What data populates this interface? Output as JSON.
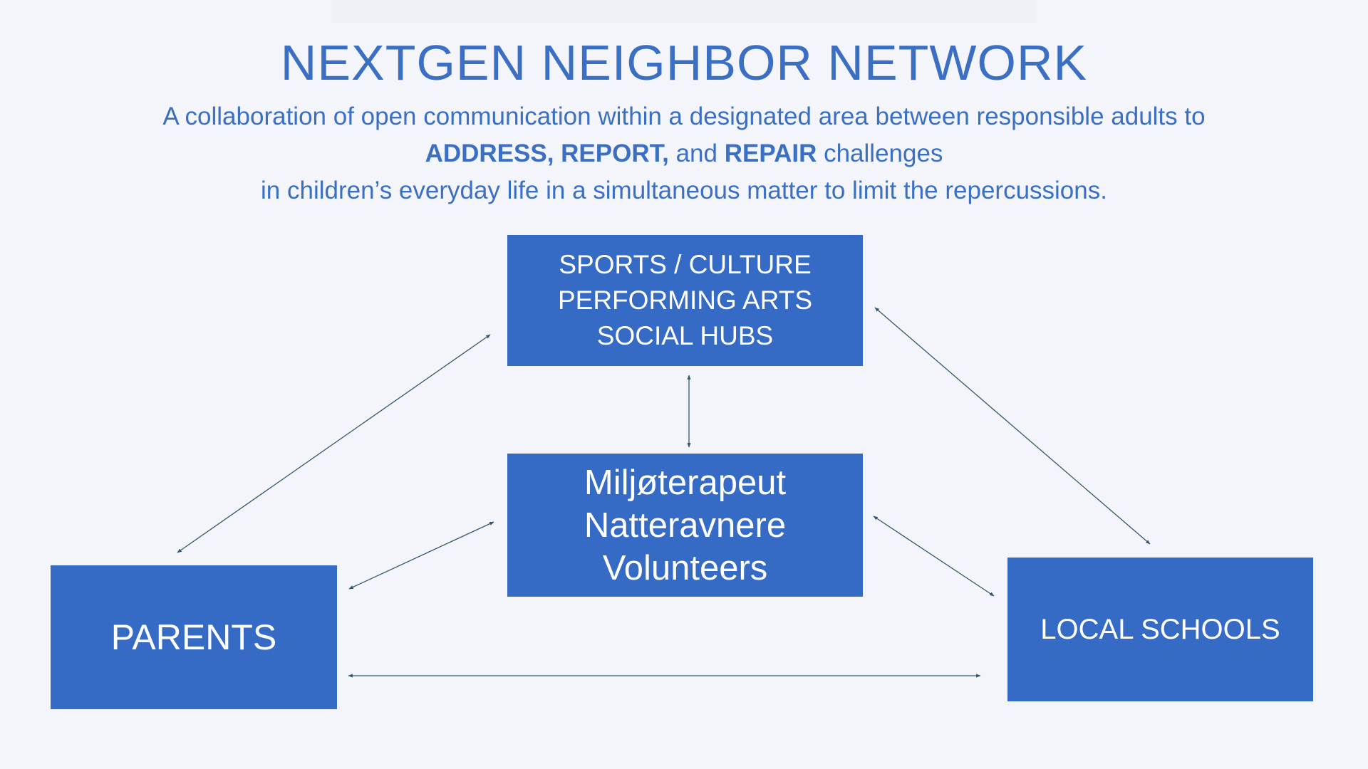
{
  "title": "NEXTGEN NEIGHBOR NETWORK",
  "subtitle": {
    "line1": "A collaboration of open communication within a designated area between responsible adults to",
    "line2_bold1": "ADDRESS, REPORT,",
    "line2_text1": " and ",
    "line2_bold2": "REPAIR",
    "line2_text2": " challenges",
    "line3": "in children’s everyday life in a simultaneous matter to limit the repercussions."
  },
  "nodes": {
    "top": {
      "line1": "SPORTS / CULTURE",
      "line2": "PERFORMING ARTS",
      "line3": "SOCIAL HUBS"
    },
    "center": {
      "line1": "Miljøterapeut",
      "line2": "Natteravnere",
      "line3": "Volunteers"
    },
    "parents": "PARENTS",
    "schools": "LOCAL SCHOOLS"
  },
  "colors": {
    "background": "#f4f5fa",
    "box_fill": "#356bc4",
    "box_text": "#ffffff",
    "heading_text": "#3a6fc3",
    "connector": "#34566e"
  }
}
